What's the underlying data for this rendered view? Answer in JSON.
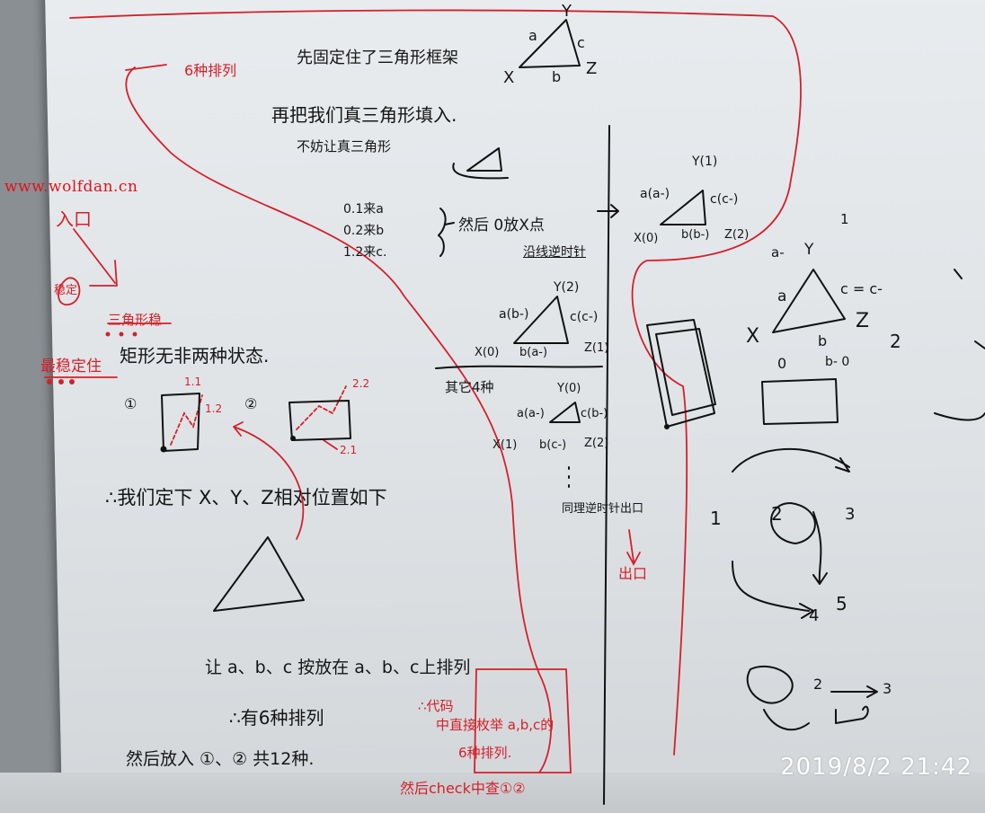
{
  "watermark": "www.wolfdan.cn",
  "timestamp": "2019/8/2  21:42",
  "notes": {
    "perm6_top": "6种排列",
    "fix_frame": "先固定住了三角形框架",
    "fill_triangle": "再把我们真三角形填入.",
    "keep_fill": "不妨让真三角形",
    "zero_one": "0.1来a",
    "zero_two": "0.2来b",
    "one_two": "1.2来c.",
    "then_zero_x": "然后 0放X点",
    "along_rotate": "沿线逆时针",
    "other_four": "其它4种",
    "input": "入口",
    "stable": "稳定",
    "triangle_stable": "三角形稳",
    "most_stable": "最稳定住",
    "rect_states": "矩形无非两种状态.",
    "we_fix_xyz": "∴我们定下 X、Y、Z相对位置如下",
    "put_abc": "让 a、b、c 按放在 a、b、c上排列",
    "six_perm": "∴有6种排列",
    "code": "∴代码",
    "code_enum": "中直接枚举 a,b,c的",
    "code_6": "6种排列.",
    "then_12": "然后放入 ①、② 共12种.",
    "then_check": "然后check中查①②",
    "same_out": "同理逆时针出口",
    "exit": "出口",
    "label_1_1": "1.1",
    "label_1_2": "1.2",
    "label_2_2": "2.2",
    "label_2_1": "2.1",
    "c1": "①",
    "c2": "②",
    "tri_top_a": "a",
    "tri_top_c": "c",
    "tri_top_b": "b",
    "tri_top_x": "X",
    "tri_top_y": "Y",
    "tri_top_z": "Z",
    "y1": "Y(1)",
    "a_a": "a(a-)",
    "c_c": "c(c-)",
    "x0": "X(0)",
    "b_b": "b(b-)",
    "z2": "Z(2)",
    "y2": "Y(2)",
    "a_b": "a(b-)",
    "c_c2": "c(c-)",
    "x0b": "X(0)",
    "b_a": "b(a-)",
    "z1": "Z(1)",
    "y0": "Y(0)",
    "a_a2": "a(a-)",
    "c_b": "c(b-)",
    "x1": "X(1)",
    "b_c": "b(c-)",
    "z2b": "Z(2)",
    "ra_minus": "a-",
    "r_y": "Y",
    "r_1": "1",
    "r_a": "a",
    "r_c": "c = c-",
    "r_x": "X",
    "r_b": "b",
    "r_z": "Z",
    "r_2": "2",
    "r_0": "0",
    "r_b_minus": "b- 0",
    "n1": "1",
    "n2": "2",
    "n3": "3",
    "n4": "4",
    "n5": "5",
    "n2b": "2",
    "n3b": "3"
  }
}
